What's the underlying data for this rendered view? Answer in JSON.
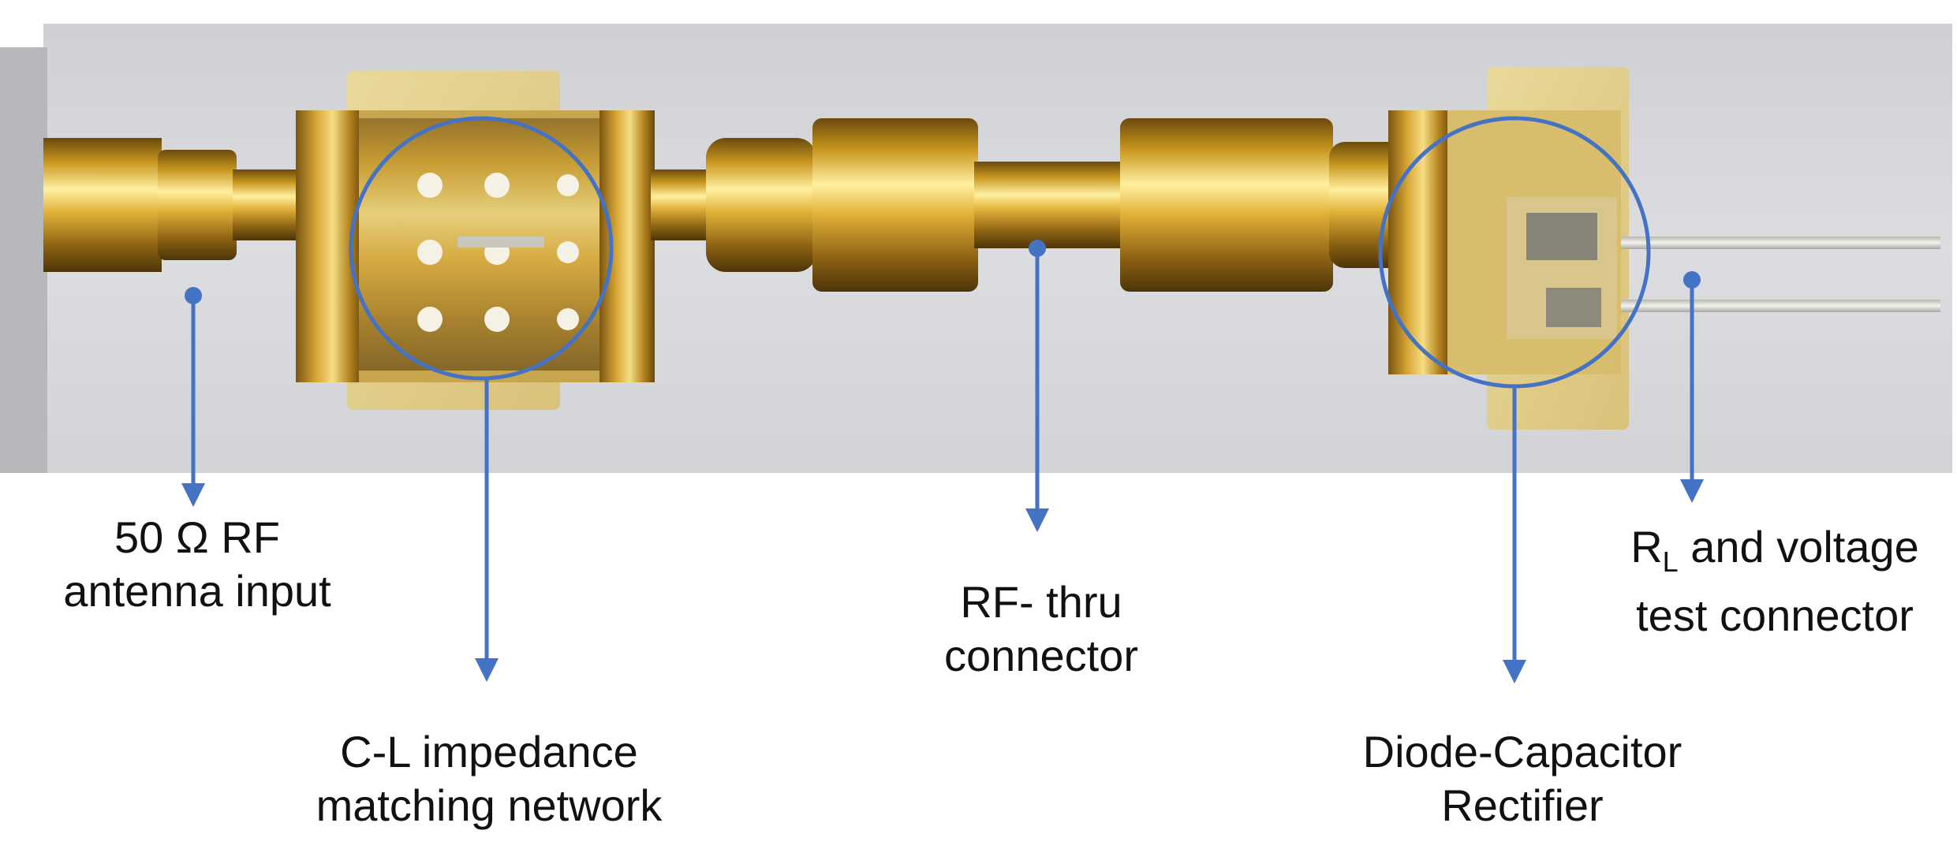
{
  "labels": {
    "antenna_input": {
      "line1": "50 Ω RF",
      "line2": "antenna input"
    },
    "matching_network": {
      "line1": "C-L impedance",
      "line2": "matching network"
    },
    "thru_connector": {
      "line1": "RF- thru",
      "line2": "connector"
    },
    "rectifier": {
      "line1": "Diode-Capacitor",
      "line2": "Rectifier"
    },
    "test_connector": {
      "line1_main": "R",
      "line1_sub": "L",
      "line1_rest": " and voltage",
      "line2": "test connector"
    }
  },
  "colors": {
    "callout": "#4472c4",
    "gold": "#c89a2a",
    "background_plate": "#d7d8db"
  }
}
